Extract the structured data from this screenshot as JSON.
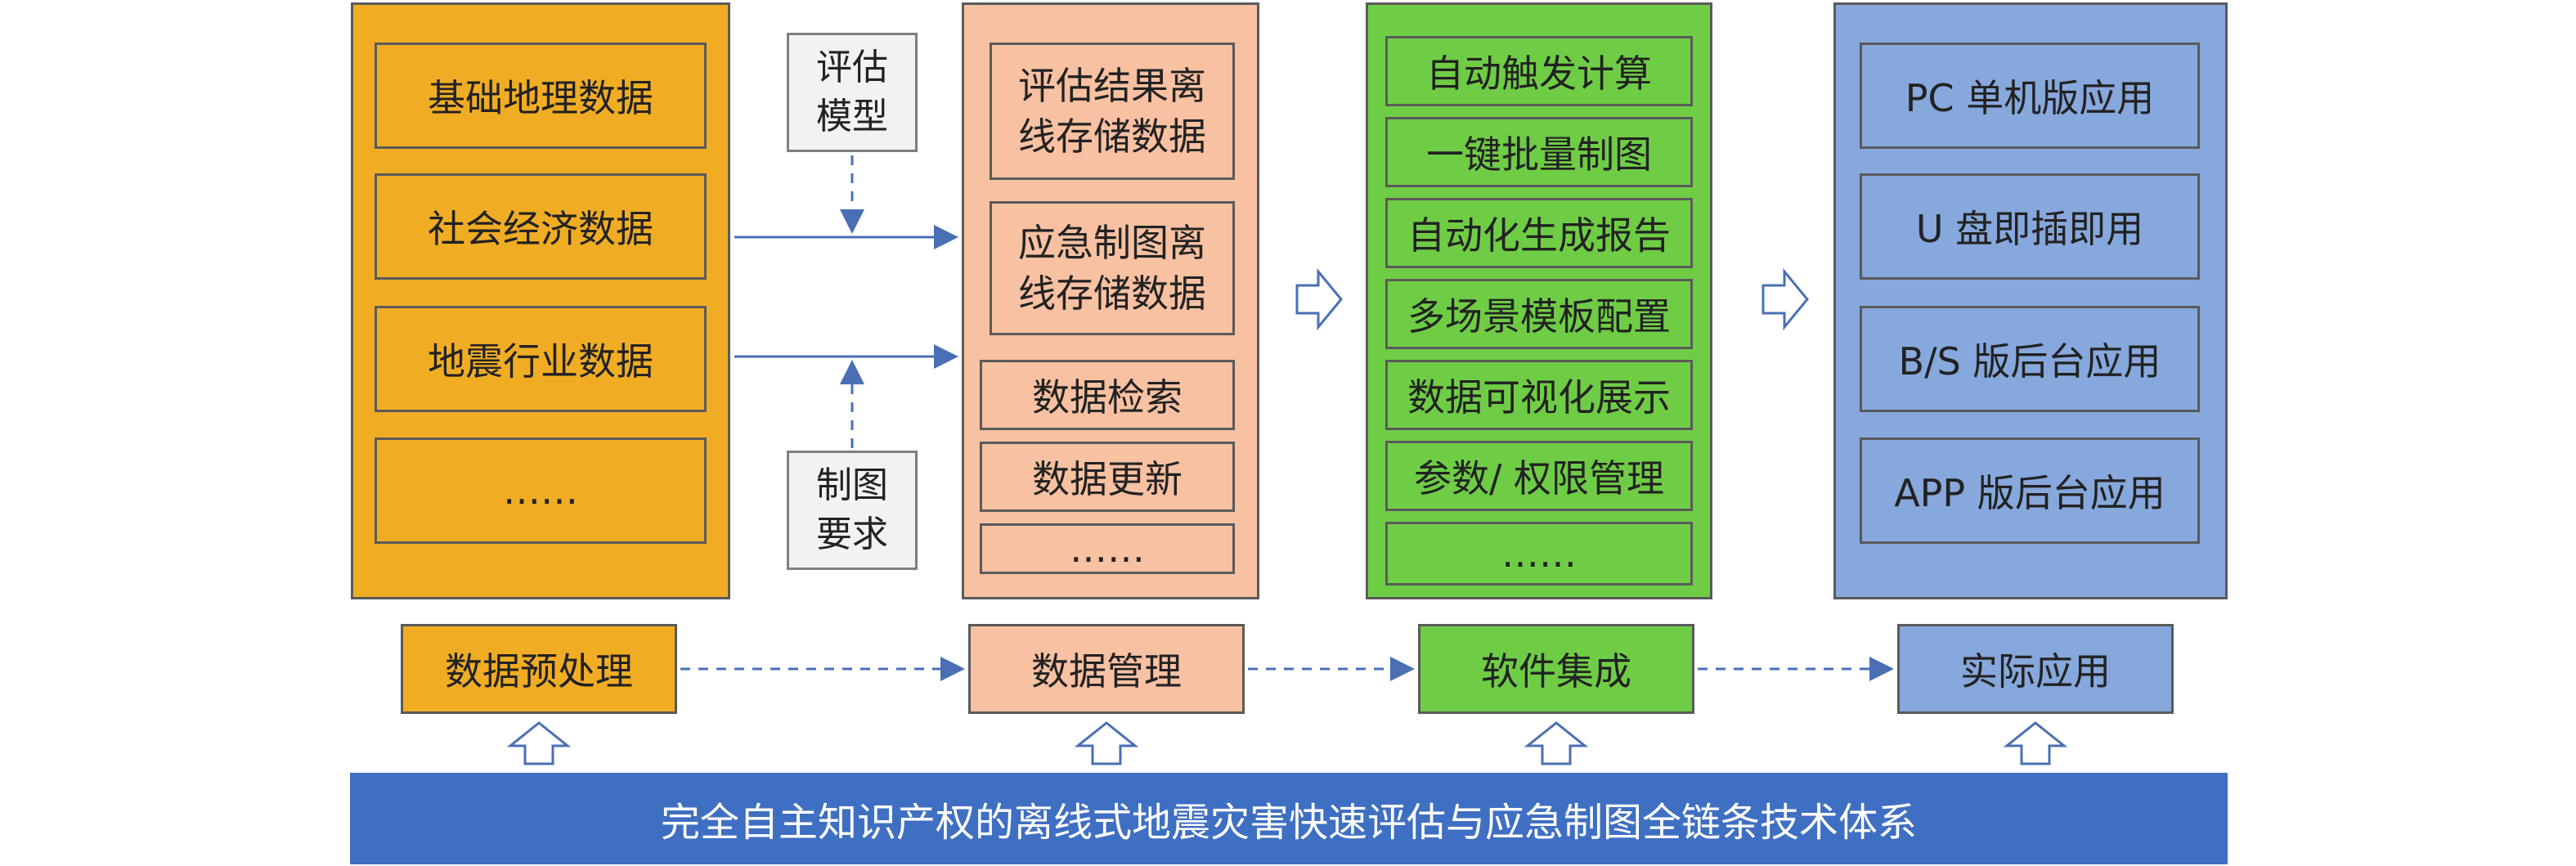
{
  "colors": {
    "preprocess": "#f0ad24",
    "management": "#f7c1a2",
    "integration": "#6fcd45",
    "application": "#86a8dc",
    "system_bar": "#3f6fc2",
    "arrow": "#4a6fb5"
  },
  "col1": {
    "items": [
      "基础地理数据",
      "社会经济数据",
      "地震行业数据",
      "……"
    ]
  },
  "col2": {
    "items": [
      "评估结果离\n线存储数据",
      "应急制图离\n线存储数据",
      "数据检索",
      "数据更新",
      "……"
    ]
  },
  "col3": {
    "items": [
      "自动触发计算",
      "一键批量制图",
      "自动化生成报告",
      "多场景模板配置",
      "数据可视化展示",
      "参数/ 权限管理",
      "……"
    ]
  },
  "col4": {
    "items": [
      "PC 单机版应用",
      "U 盘即插即用",
      "B/S 版后台应用",
      "APP 版后台应用"
    ]
  },
  "side_inputs": {
    "top": "评估\n模型",
    "bottom": "制图\n要求"
  },
  "stages": [
    "数据预处理",
    "数据管理",
    "软件集成",
    "实际应用"
  ],
  "system_title": "完全自主知识产权的离线式地震灾害快速评估与应急制图全链条技术体系"
}
